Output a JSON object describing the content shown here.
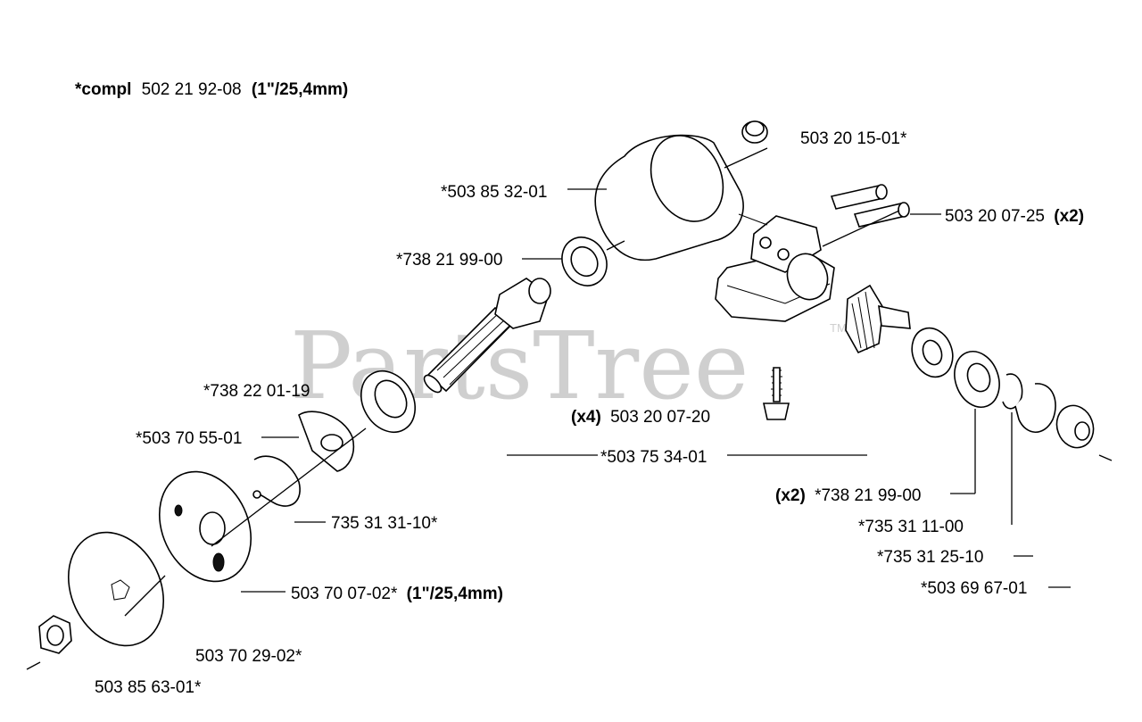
{
  "header": {
    "prefix": "*compl",
    "number": "502 21 92-08",
    "size": "(1\"/25,4mm)"
  },
  "watermark": {
    "text": "PartsTree",
    "tm": "TM"
  },
  "labels": {
    "plug": "503 20 15-01*",
    "housing": "*503 85 32-01",
    "screw_pair": "503 20 07-25",
    "screw_pair_qty": "(x2)",
    "bearing_top": "*738 21 99-00",
    "seal": "*738 22 01-19",
    "screw_four_qty": "(x4)",
    "screw_four": "503 20 07-20",
    "washer": "*503 70 55-01",
    "gear_set": "*503 75 34-01",
    "bearing_pair_qty": "(x2)",
    "bearing_pair": "*738 21 99-00",
    "circlip_left": "735 31 31-10*",
    "circlip_right": "*735 31 11-00",
    "circlip_ring": "*735 31 25-10",
    "end_cap": "*503 69 67-01",
    "drive_disc": "503 70 07-02*",
    "drive_disc_size": "(1\"/25,4mm)",
    "support_cup": "503 70 29-02*",
    "nut": "503 85 63-01*"
  }
}
